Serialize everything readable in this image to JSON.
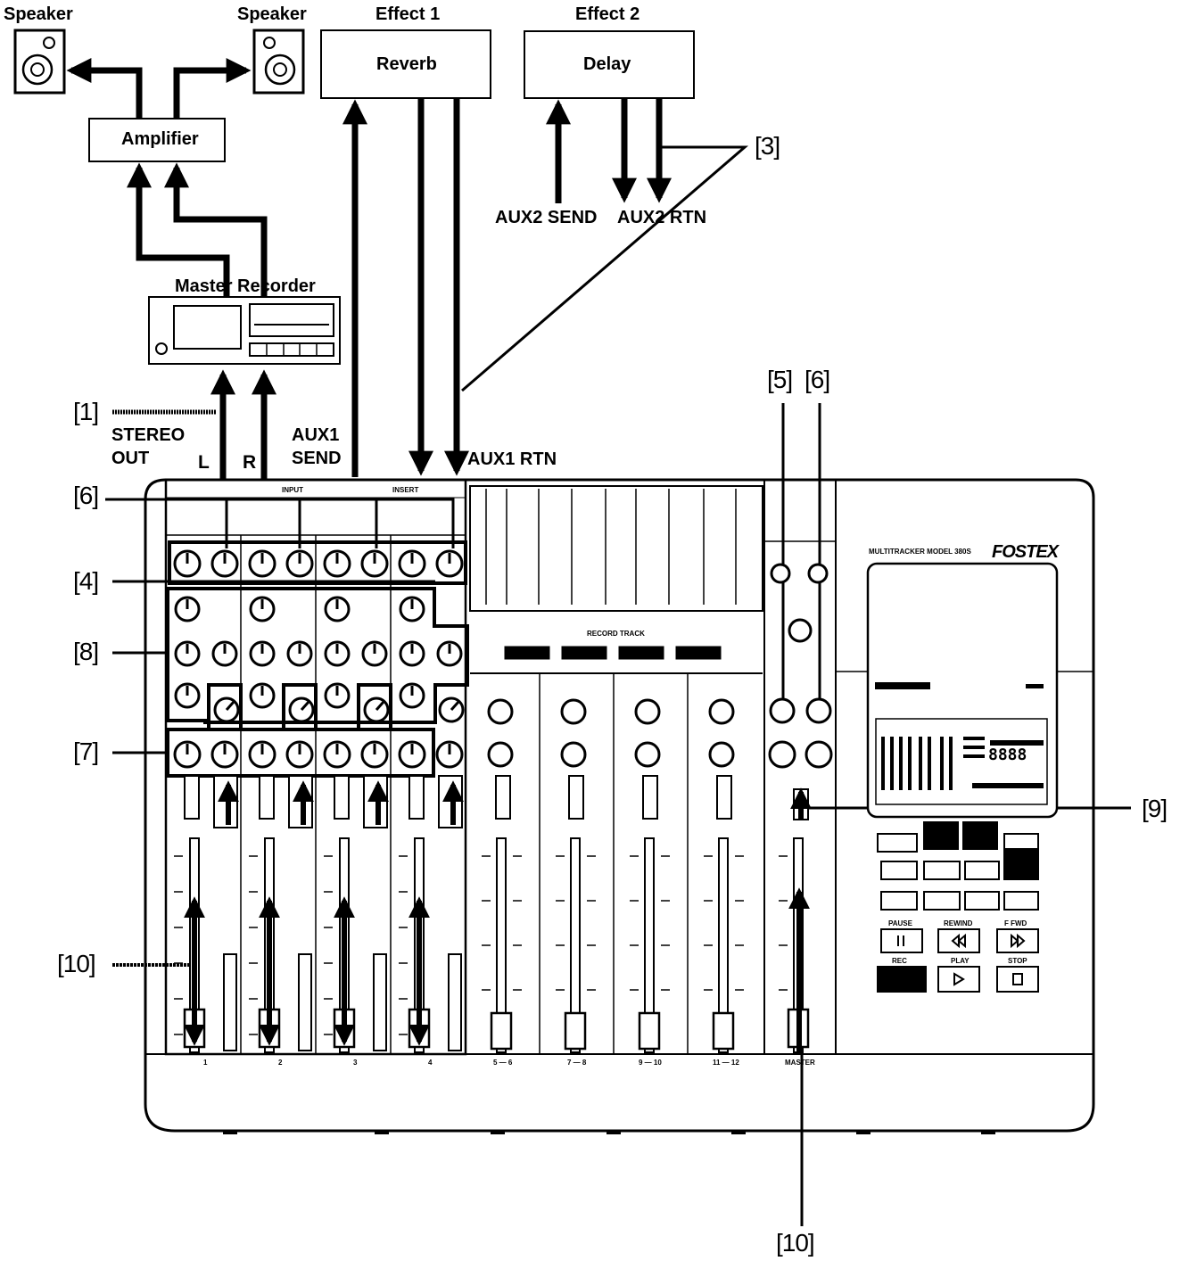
{
  "devices": {
    "speaker_left": "Speaker",
    "speaker_right": "Speaker",
    "effect1_title": "Effect 1",
    "effect1_name": "Reverb",
    "effect2_title": "Effect 2",
    "effect2_name": "Delay",
    "amplifier": "Amplifier",
    "master_recorder": "Master Recorder"
  },
  "connections": {
    "aux2_send": "AUX2 SEND",
    "aux2_rtn": "AUX2 RTN",
    "stereo_out_line1": "STEREO",
    "stereo_out_line2": "OUT",
    "left": "L",
    "right": "R",
    "aux1_send_line1": "AUX1",
    "aux1_send_line2": "SEND",
    "aux1_rtn": "AUX1 RTN"
  },
  "callouts": {
    "c1": "[1]",
    "c3": "[3]",
    "c4": "[4]",
    "c5": "[5]",
    "c6_left": "[6]",
    "c6_right": "[6]",
    "c7": "[7]",
    "c8": "[8]",
    "c9": "[9]",
    "c10_left": "[10]",
    "c10_bottom": "[10]"
  },
  "mixer": {
    "brand": "FOSTEX",
    "model": "MULTITRACKER MODEL 380S",
    "panel_input": "INPUT",
    "panel_insert": "INSERT",
    "record_track": "RECORD TRACK",
    "lcd_counter": "8888",
    "channel_labels": [
      "1",
      "2",
      "3",
      "4",
      "5 — 6",
      "7 — 8",
      "9 — 10",
      "11 — 12",
      "MASTER"
    ],
    "transport_buttons": [
      "PAUSE",
      "REWIND",
      "F FWD",
      "REC",
      "PLAY",
      "STOP"
    ]
  },
  "colors": {
    "ink": "#000000",
    "paper": "#ffffff"
  }
}
